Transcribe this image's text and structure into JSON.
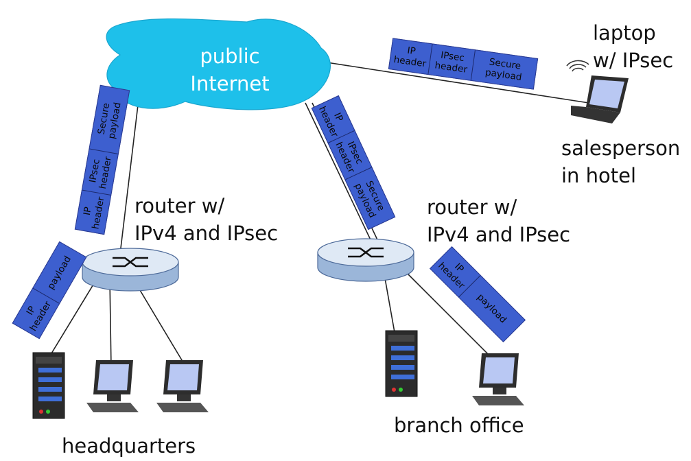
{
  "cloud": {
    "line1": "public",
    "line2": "Internet"
  },
  "labels": {
    "laptop_line1": "laptop",
    "laptop_line2": "w/ IPsec",
    "hotel_line1": "salesperson",
    "hotel_line2": "in hotel",
    "router_left_line1": "router w/",
    "router_left_line2": "IPv4 and IPsec",
    "router_right_line1": "router w/",
    "router_right_line2": "IPv4 and IPsec",
    "headquarters": "headquarters",
    "branch": "branch office"
  },
  "packets": {
    "laptop": [
      [
        "IP",
        "header"
      ],
      [
        "IPsec",
        "header"
      ],
      [
        "Secure",
        "payload"
      ]
    ],
    "hq_uplink": [
      [
        "IP",
        "header"
      ],
      [
        "IPsec",
        "header"
      ],
      [
        "Secure",
        "payload"
      ]
    ],
    "branch_uplink": [
      [
        "IP",
        "header"
      ],
      [
        "IPsec",
        "header"
      ],
      [
        "Secure",
        "payload"
      ]
    ],
    "hq_lan": [
      [
        "IP",
        "header"
      ],
      [
        "payload"
      ]
    ],
    "branch_lan": [
      [
        "IP",
        "header"
      ],
      [
        "payload"
      ]
    ]
  },
  "colors": {
    "cloud": "#1ec0ea",
    "packet": "#3d5fcf",
    "router_top": "#dfe9f5",
    "router_side": "#9bb6d9"
  }
}
